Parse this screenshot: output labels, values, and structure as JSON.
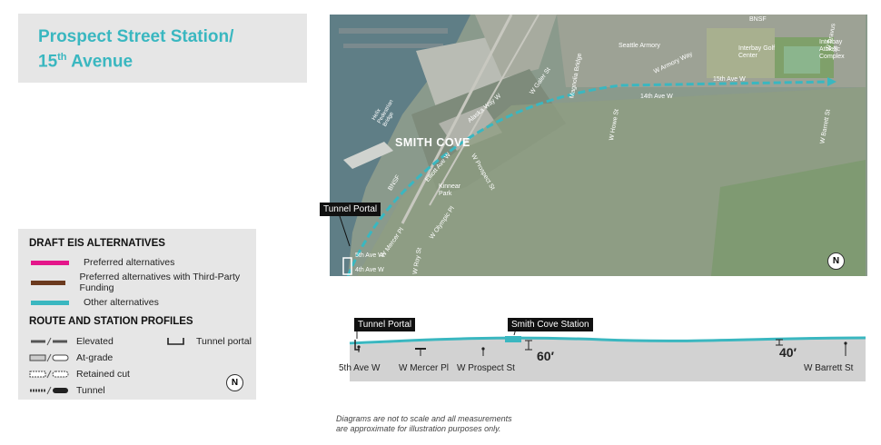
{
  "title": {
    "line1": "Prospect Street Station/",
    "line2_num": "15",
    "line2_sup": "th",
    "line2_rest": " Avenue"
  },
  "colors": {
    "accent": "#3ab7c0",
    "preferred": "#e4168a",
    "third_party": "#6b3a1e",
    "other": "#3ab7c0"
  },
  "legend": {
    "alternatives_heading": "DRAFT EIS ALTERNATIVES",
    "alternatives": [
      {
        "label": "Preferred alternatives"
      },
      {
        "label": "Preferred alternatives with Third-Party Funding"
      },
      {
        "label": "Other alternatives"
      }
    ],
    "profiles_heading": "ROUTE AND STATION PROFILES",
    "profiles": [
      "Elevated",
      "At-grade",
      "Retained cut",
      "Tunnel"
    ],
    "tunnel_portal": "Tunnel portal",
    "north": "N"
  },
  "map": {
    "area_label": "SMITH COVE",
    "streets": [
      "BNSF",
      "BNSF",
      "W Galer St",
      "Magnolia Bridge",
      "Seattle Armory",
      "W Armory Way",
      "Interbay Golf Center",
      "Interbay Athletic Complex",
      "W Dravus St",
      "15th Ave W",
      "14th Ave W",
      "W Howe St",
      "W Barrett St",
      "Alaska Way W",
      "Elliott Ave W",
      "Helix Pedestrian Bridge",
      "W Prospect St",
      "Kinnear Park",
      "W Olympic Pl",
      "W Mercer Pl",
      "5th Ave W",
      "4th Ave W",
      "W Roy St"
    ],
    "tunnel_portal_label": "Tunnel Portal",
    "north": "N"
  },
  "profile": {
    "tunnel_portal_label": "Tunnel Portal",
    "station_label": "Smith Cove Station",
    "depth1": "60′",
    "depth2": "40′",
    "stops": [
      "5th Ave W",
      "W Mercer Pl",
      "W Prospect St",
      "W Barrett St"
    ]
  },
  "note": {
    "line1": "Diagrams are not to scale and all measurements",
    "line2": "are approximate for illustration purposes only."
  }
}
